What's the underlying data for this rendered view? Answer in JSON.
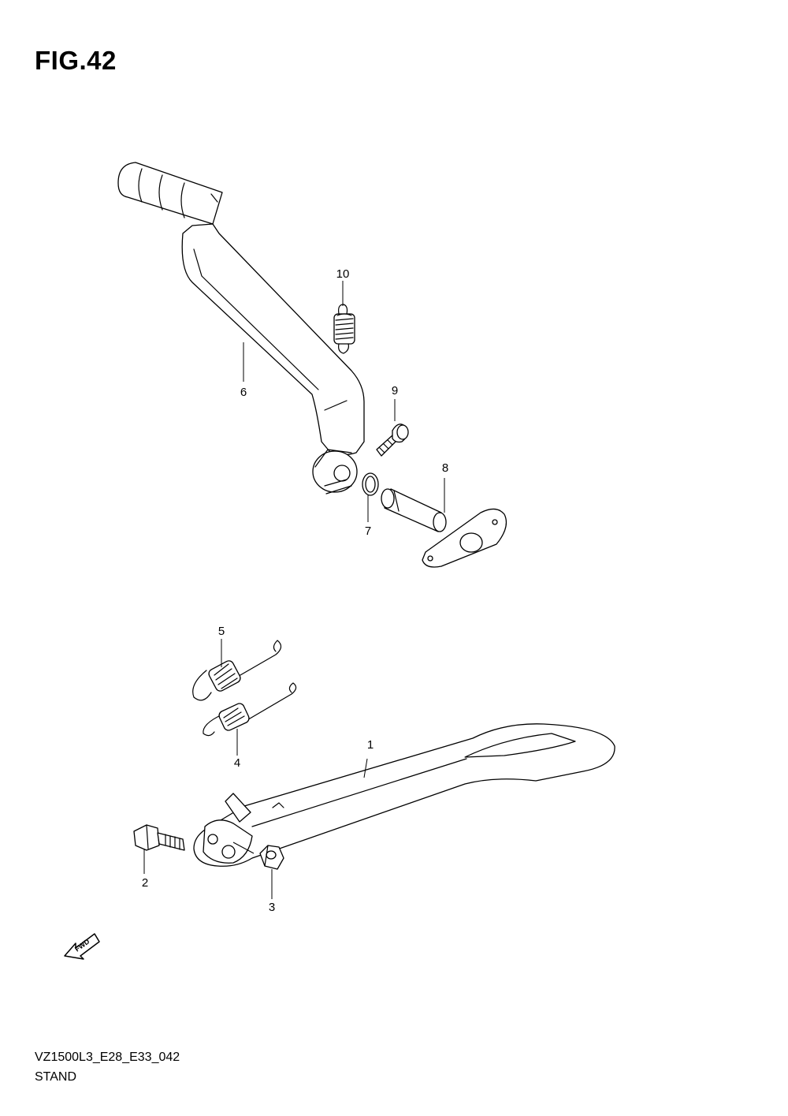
{
  "figure": {
    "title": "FIG.42"
  },
  "parts": [
    {
      "number": "1"
    },
    {
      "number": "2"
    },
    {
      "number": "3"
    },
    {
      "number": "4"
    },
    {
      "number": "5"
    },
    {
      "number": "6"
    },
    {
      "number": "7"
    },
    {
      "number": "8"
    },
    {
      "number": "9"
    },
    {
      "number": "10"
    }
  ],
  "direction_arrow": {
    "label": "FWD"
  },
  "footer": {
    "code": "VZ1500L3_E28_E33_042",
    "section": "STAND"
  }
}
